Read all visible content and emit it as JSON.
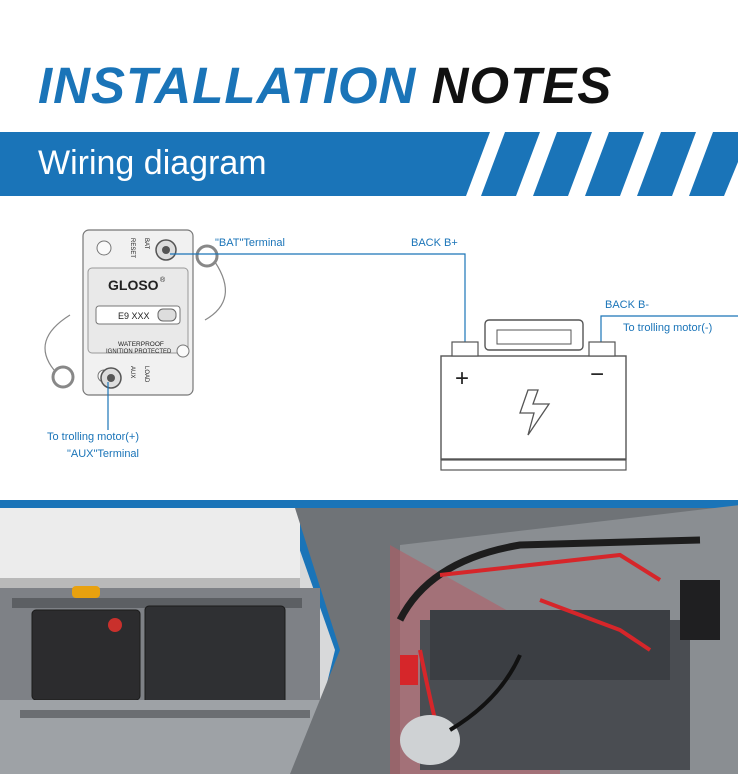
{
  "header": {
    "title_part1": "INSTALLATION",
    "title_part2": "NOTES",
    "banner_label": "Wiring diagram",
    "accent_color": "#1a74b8"
  },
  "diagram": {
    "breaker": {
      "brand": "GLOSO",
      "reg_mark": "®",
      "model": "E9 XXX",
      "caption_line1": "WATERPROOF",
      "caption_line2": "IGNITION PROTECTED",
      "top_side_left": "RESET",
      "top_side_right": "BAT",
      "bottom_side_left": "AUX",
      "bottom_side_right": "LOAD"
    },
    "labels": {
      "bat_terminal": "\"BAT\"Terminal",
      "back_b_plus": "BACK B+",
      "back_b_minus": "BACK B-",
      "trolling_minus": "To trolling motor(-)",
      "trolling_plus": "To trolling motor(+)",
      "aux_terminal": "\"AUX\"Terminal"
    },
    "battery_symbols": {
      "plus": "+",
      "minus": "−"
    }
  },
  "photos": {
    "left_scene": "truck-battery-boxes",
    "right_scene": "battery-compartment-render"
  }
}
